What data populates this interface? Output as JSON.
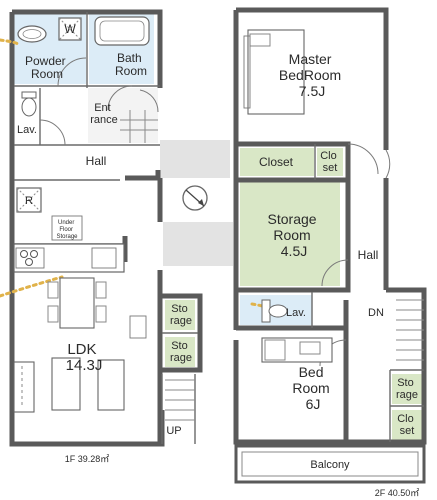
{
  "floor1": {
    "rooms": {
      "powder": [
        "Powder",
        "Room"
      ],
      "bath": [
        "Bath",
        "Room"
      ],
      "entrance": [
        "Ent",
        "rance"
      ],
      "lav": "Lav.",
      "hall": "Hall",
      "under_floor": [
        "Under",
        "Floor",
        "Storage"
      ],
      "ldk": [
        "LDK",
        "14.3J"
      ],
      "storage_a": [
        "Sto",
        "rage"
      ],
      "storage_b": [
        "Sto",
        "rage"
      ]
    },
    "marks": {
      "washer": "W",
      "fridge": "R",
      "stairs": "UP"
    },
    "area": "1F 39.28㎡"
  },
  "floor2": {
    "rooms": {
      "master": [
        "Master",
        "BedRoom",
        "7.5J"
      ],
      "closet": "Closet",
      "closet_small": [
        "Clo",
        "set"
      ],
      "storage_room": [
        "Storage",
        "Room",
        "4.5J"
      ],
      "hall": "Hall",
      "lav": "Lav.",
      "bed": [
        "Bed",
        "Room",
        "6J"
      ],
      "storage": [
        "Sto",
        "rage"
      ],
      "closet_lower": [
        "Clo",
        "set"
      ],
      "balcony": "Balcony"
    },
    "marks": {
      "stairs": "DN"
    },
    "area": "2F 40.50㎡"
  },
  "colors": {
    "wall": "#5a5a5a",
    "storage_green": "#d9e7c6",
    "wet_blue": "#dcecf7",
    "void_grey": "#e3e3e3",
    "walkway_dash": "#e0b24a"
  },
  "icons": [
    "compass-icon",
    "toilet-icon",
    "sink-icon",
    "bathtub-icon",
    "stove-icon",
    "bed-icon",
    "sofa-icon",
    "dining-table-icon"
  ]
}
